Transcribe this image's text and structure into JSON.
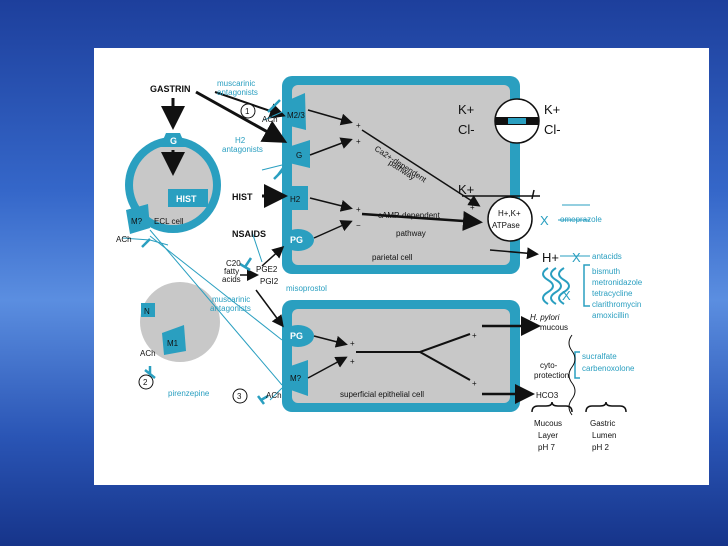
{
  "labels": {
    "gastrin": "GASTRIN",
    "muscarinic_antagonists_1": [
      "muscarinic",
      "antagonists"
    ],
    "circle_1": "1",
    "ach": "ACh",
    "m23": "M2/3",
    "h2_antagonists": [
      "H2",
      "antagonists"
    ],
    "g_receptor": "G",
    "g_ecl": "G",
    "hist_box": "HIST",
    "hist_arrow": "HIST",
    "h2_receptor": "H2",
    "m_ecl": "M?",
    "ecl_cell": "ECL cell",
    "ach_left": "ACh",
    "nsaids": "NSAIDS",
    "pg_parietal": "PG",
    "c20": [
      "C20",
      "fatty",
      "acids"
    ],
    "pge2": "PGE2",
    "pgi2": "PGI2",
    "misoprostol": "misoprostol",
    "muscarinic_antagonists_2": [
      "muscarinic",
      "antagonists"
    ],
    "n": "N",
    "m1": "M1",
    "ach_bottom": "ACh",
    "circle_2": "2",
    "pirenzepine": "pirenzepine",
    "circle_3": "3",
    "ach_3": "ACh",
    "pg_epithelial": "PG",
    "m_epithelial": "M?",
    "ca_pathway": [
      "Ca2+-dependent",
      "pathway"
    ],
    "camp_pathway": [
      "cAMP-dependent",
      "pathway"
    ],
    "parietal_cell": "parietal cell",
    "epithelial_cell": "superficial epithelial cell",
    "k_left": "K+",
    "cl_left": "Cl-",
    "k_right": "K+",
    "cl_right": "Cl-",
    "k_pump": "K+",
    "atpase": [
      "H+,K+",
      "ATPase"
    ],
    "h_plus": "H+",
    "omeprazole": "omeprazole",
    "antacids": "antacids",
    "drugs_hp": [
      "bismuth",
      "metronidazole",
      "tetracycline",
      "clarithromycin",
      "amoxicillin"
    ],
    "h_pylori": "H. pylori",
    "mucous": "mucous",
    "cytoprotection": [
      "cyto-",
      "protection"
    ],
    "drugs_cyto": [
      "sucralfate",
      "carbenoxolone"
    ],
    "hco3": "HCO3",
    "mucous_layer": [
      "Mucous",
      "Layer",
      "pH 7"
    ],
    "gastric_lumen": [
      "Gastric",
      "Lumen",
      "pH 2"
    ],
    "plus": "+",
    "minus": "−",
    "x": "X"
  },
  "colors": {
    "cyan": "#2a9fc0",
    "cell_fill": "#c8c8c8",
    "dark": "#111111"
  }
}
